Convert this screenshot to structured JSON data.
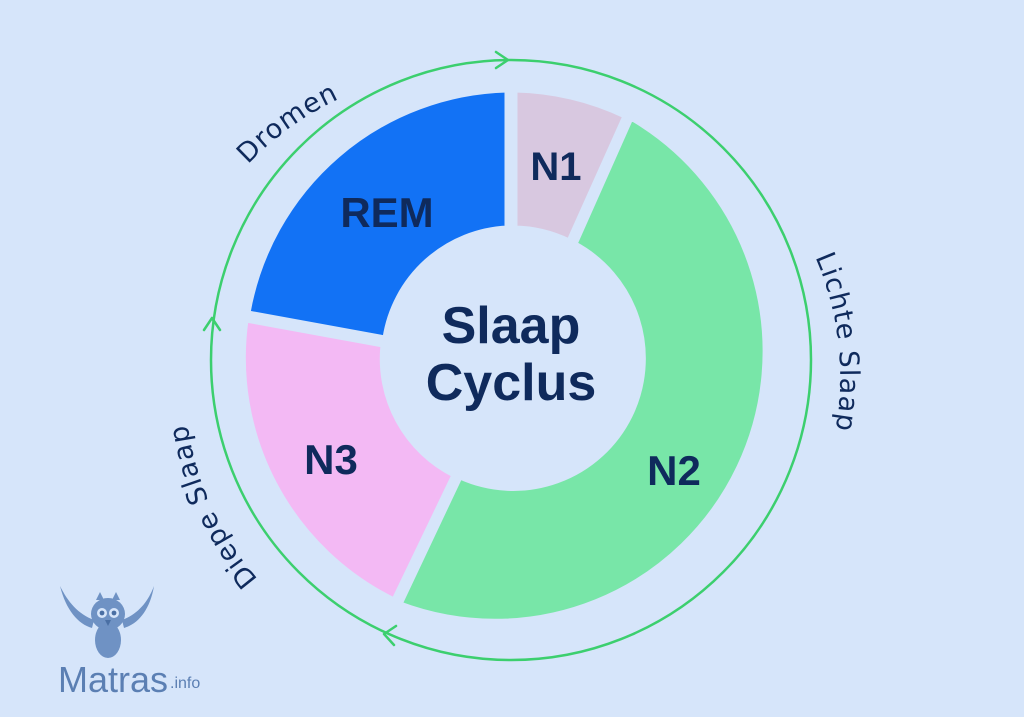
{
  "center": {
    "line1": "Slaap",
    "line2": "Cyclus"
  },
  "segments": {
    "n1": {
      "label": "N1",
      "color": "#d8c8e0"
    },
    "n2": {
      "label": "N2",
      "color": "#78e6a8"
    },
    "n3": {
      "label": "N3",
      "color": "#f3b9f4"
    },
    "rem": {
      "label": "REM",
      "color": "#1272f5",
      "text_color": "#ffffff"
    }
  },
  "arc_labels": {
    "dromen": "Dromen",
    "lichte_slaap": "Lichte Slaap",
    "diepe_slaap": "Diepe Slaap"
  },
  "colors": {
    "background": "#d6e5fa",
    "arrow": "#3ccf6e",
    "text": "#0f2a5c",
    "logo": "#5b7fb3"
  },
  "logo": {
    "name": "Matras",
    "suffix": ".info",
    "icon": "owl-icon"
  }
}
